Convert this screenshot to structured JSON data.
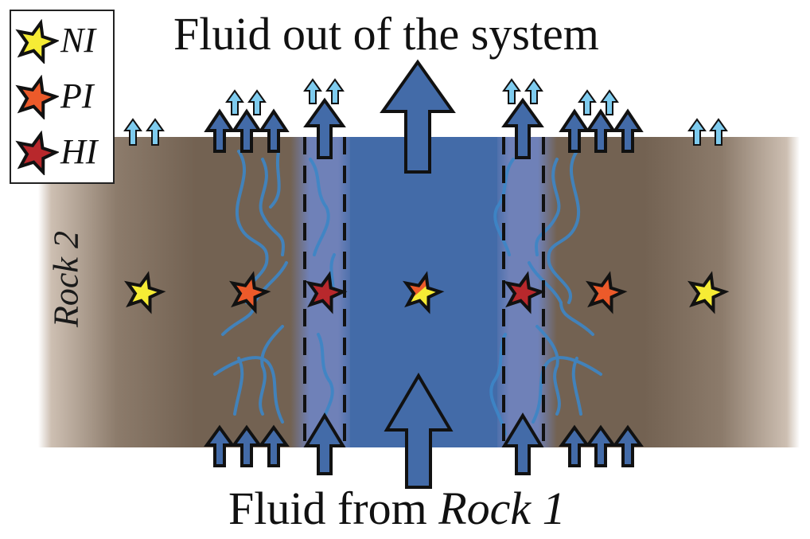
{
  "titles": {
    "top": "Fluid out of the system",
    "bottom_prefix": "Fluid from ",
    "bottom_italic": "Rock 1"
  },
  "labels": {
    "rock2": "Rock 2"
  },
  "legend": [
    {
      "key": "NI",
      "label": "NI",
      "color": "#f6ec35"
    },
    {
      "key": "PI",
      "label": "PI",
      "color": "#ec5a2a"
    },
    {
      "key": "HI",
      "label": "HI",
      "color": "#b8282c"
    }
  ],
  "colors": {
    "rock": "#736252",
    "fluid": "#436ba8",
    "halo": "#6f81b8",
    "vein": "#3d86c6",
    "arrow_dark": "#436ba8",
    "arrow_light": "#7ecbee",
    "outline": "#111111"
  },
  "zones": [
    {
      "name": "rock-2-left",
      "type": "rock"
    },
    {
      "name": "fracture-zone-left",
      "type": "veined-rock"
    },
    {
      "name": "halo-left",
      "type": "altered-halo"
    },
    {
      "name": "fluid-channel",
      "type": "fluid"
    },
    {
      "name": "halo-right",
      "type": "altered-halo"
    },
    {
      "name": "fracture-zone-right",
      "type": "veined-rock"
    },
    {
      "name": "rock-2-right",
      "type": "rock"
    }
  ],
  "stars": [
    {
      "zone": "rock-2-left",
      "type": "NI"
    },
    {
      "zone": "fracture-zone-left",
      "type": "PI"
    },
    {
      "zone": "halo-left",
      "type": "HI"
    },
    {
      "zone": "fluid-channel",
      "type": "PI/NI"
    },
    {
      "zone": "halo-right",
      "type": "HI"
    },
    {
      "zone": "fracture-zone-right",
      "type": "PI"
    },
    {
      "zone": "rock-2-right",
      "type": "NI"
    }
  ]
}
